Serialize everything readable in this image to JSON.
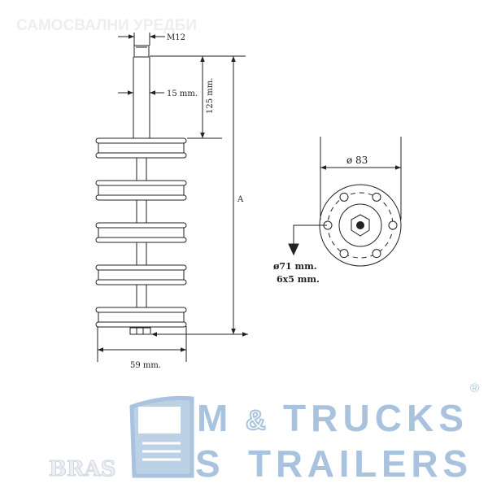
{
  "watermark": "САМОСВАЛНИ УРЕДБИ",
  "side_view": {
    "thread_label": "M12",
    "rod_diameter_label": "15 mm.",
    "top_length_label": "125 mm.",
    "total_length_label": "A",
    "disc_diameter_label": "59 mm.",
    "disc_count": 5
  },
  "end_view": {
    "outer_diameter_label": "ø 83",
    "bolt_circle_label": "ø71 mm.",
    "holes_label": "6x5 mm.",
    "hole_count": 6
  },
  "logo": {
    "letter_m": "M",
    "letter_s": "S",
    "line1": "TRUCKS",
    "ampersand": "&",
    "line2": "TRAILERS",
    "registered": "®",
    "corner_watermark": "BRAS"
  },
  "colors": {
    "line": "#222222",
    "logo": "#a9c3df"
  }
}
